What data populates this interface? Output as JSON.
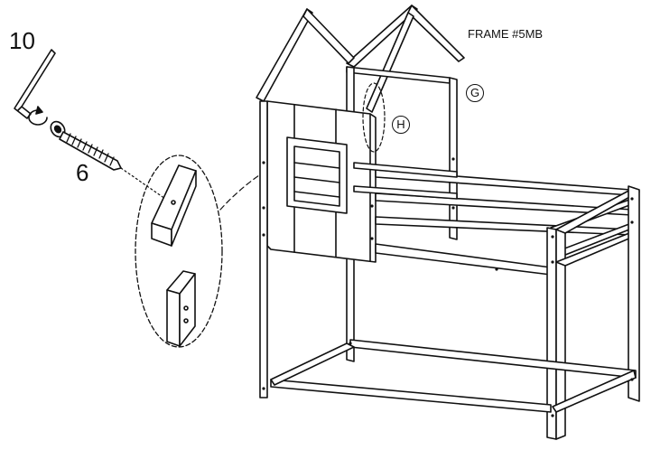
{
  "diagram": {
    "frame_label": "FRAME #5MB",
    "parts": {
      "allen_key_count": "10",
      "bolt_count": "6"
    },
    "callouts": {
      "g": "G",
      "h": "H"
    }
  },
  "colors": {
    "line": "#111111",
    "fill": "#ffffff"
  },
  "icons": [
    "allen-key-icon",
    "bolt-icon",
    "rotate-arrow-icon"
  ]
}
